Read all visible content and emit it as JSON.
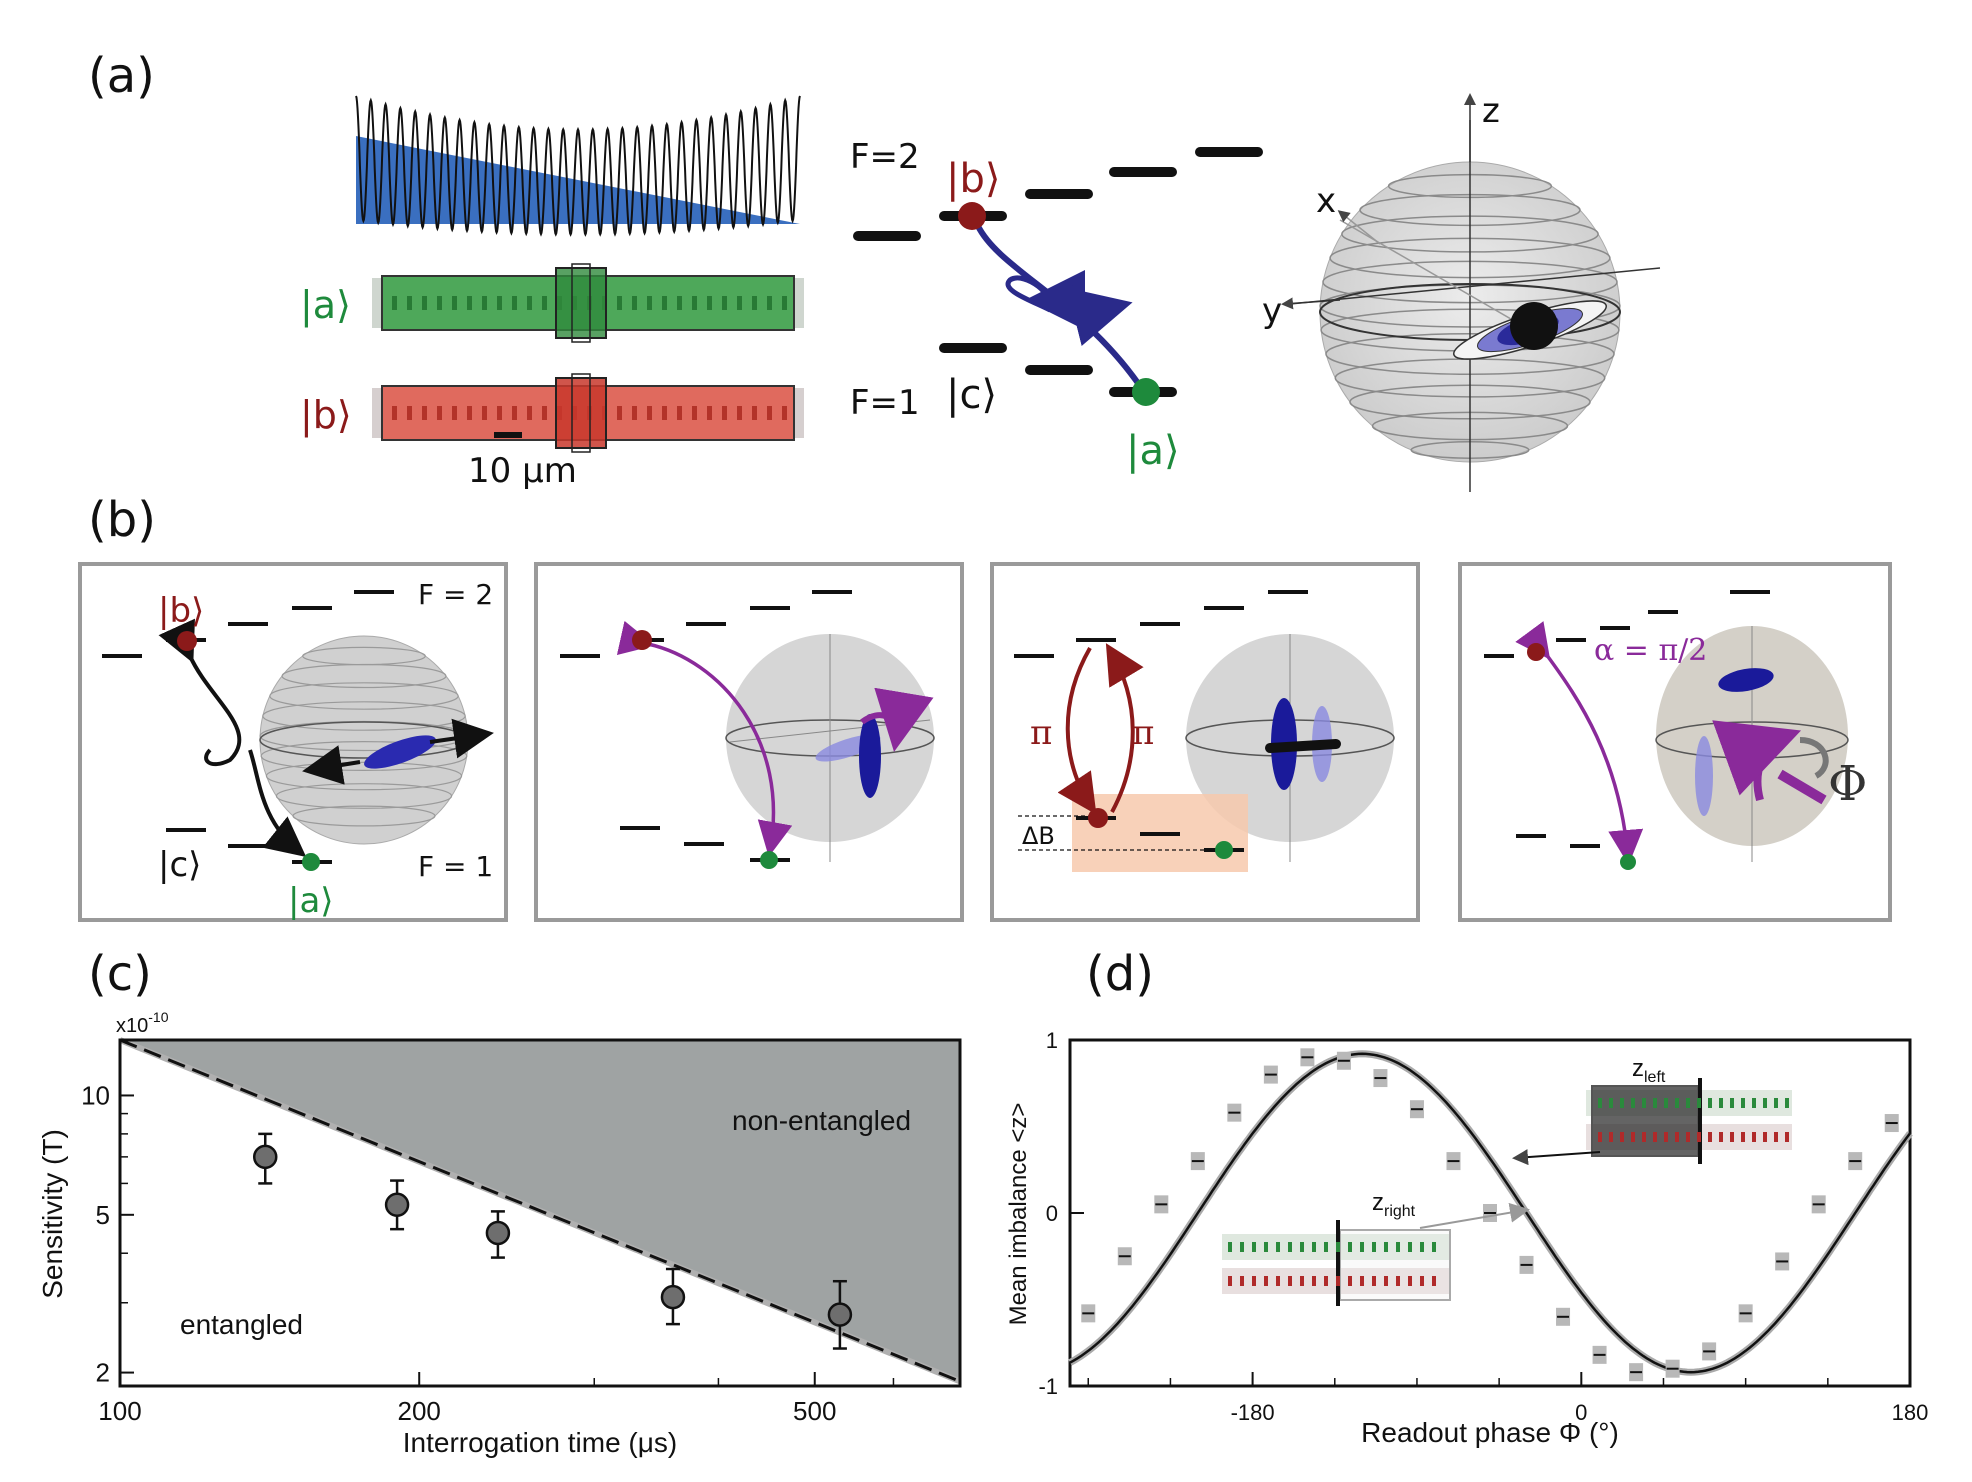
{
  "panels": {
    "a": "(a)",
    "b": "(b)",
    "c": "(c)",
    "d": "(d)"
  },
  "panel_a": {
    "state_a": "|a⟩",
    "state_b": "|b⟩",
    "state_c": "|c⟩",
    "scale_bar": "10 μm",
    "level_f2": "F=2",
    "level_f1": "F=1",
    "sphere_z": "z",
    "sphere_x": "x",
    "sphere_y": "y"
  },
  "panel_b": {
    "f2": "F = 2",
    "f1": "F = 1",
    "state_a": "|a⟩",
    "state_b": "|b⟩",
    "state_c": "|c⟩",
    "pi": "π",
    "delta_b": "ΔB",
    "alpha": "α = π/2",
    "phi": "Φ"
  },
  "colors": {
    "state_a": "#1e8a3c",
    "state_b": "#8b1a1a",
    "ellipse": "#1a1a9a",
    "arrow_purple": "#8a2a9a",
    "shade": "#9fa3a3"
  },
  "chart_data": [
    {
      "type": "scatter",
      "panel": "c",
      "xlabel": "Interrogation time (μs)",
      "ylabel": "Sensitivity (T)",
      "y_multiplier": "x10",
      "y_multiplier_exp": "-10",
      "x_scale": "log",
      "y_scale": "log",
      "xlim": [
        100,
        700
      ],
      "ylim": [
        1.85,
        13.8
      ],
      "x_ticks": [
        100,
        200,
        500
      ],
      "y_ticks": [
        2,
        5,
        10
      ],
      "x_tick_labels": [
        "100",
        "200",
        "500"
      ],
      "y_tick_labels": [
        "2",
        "5",
        "10"
      ],
      "region_labels": {
        "upper": "non-entangled",
        "lower": "entangled"
      },
      "boundary_line": {
        "x": [
          100,
          700
        ],
        "y": [
          13.8,
          1.9
        ],
        "style": "dashed"
      },
      "series": [
        {
          "x": [
            140,
            190,
            240,
            360,
            530
          ],
          "y": [
            7.0,
            5.3,
            4.5,
            3.1,
            2.8
          ],
          "err_low": [
            6.0,
            4.6,
            3.9,
            2.65,
            2.3
          ],
          "err_high": [
            8.0,
            6.1,
            5.1,
            3.65,
            3.4
          ]
        }
      ]
    },
    {
      "type": "line",
      "panel": "d",
      "xlabel": "Readout phase Φ (°)",
      "ylabel": "Mean imbalance <z>",
      "xlim": [
        -280,
        180
      ],
      "ylim": [
        -1,
        1
      ],
      "x_ticks": [
        -180,
        0,
        180
      ],
      "y_ticks": [
        -1,
        0,
        1
      ],
      "x_tick_labels": [
        "-180",
        "0",
        "180"
      ],
      "y_tick_labels": [
        "-1",
        "0",
        "1"
      ],
      "inset_labels": {
        "left": "z",
        "left_sub": "left",
        "right": "z",
        "right_sub": "right"
      },
      "fit": {
        "amplitude": 0.92,
        "center": -120,
        "period": 360
      },
      "series": [
        {
          "name_visible": false,
          "x": [
            -270,
            -250,
            -230,
            -210,
            -190,
            -170,
            -150,
            -130,
            -110,
            -90,
            -70,
            -50,
            -30,
            -10,
            10,
            30,
            50,
            70,
            90,
            110,
            130,
            150,
            170
          ],
          "y": [
            -0.58,
            -0.25,
            0.05,
            0.3,
            0.58,
            0.8,
            0.9,
            0.88,
            0.78,
            0.6,
            0.3,
            0.0,
            -0.3,
            -0.6,
            -0.82,
            -0.92,
            -0.9,
            -0.8,
            -0.58,
            -0.28,
            0.05,
            0.3,
            0.52
          ]
        }
      ]
    }
  ]
}
